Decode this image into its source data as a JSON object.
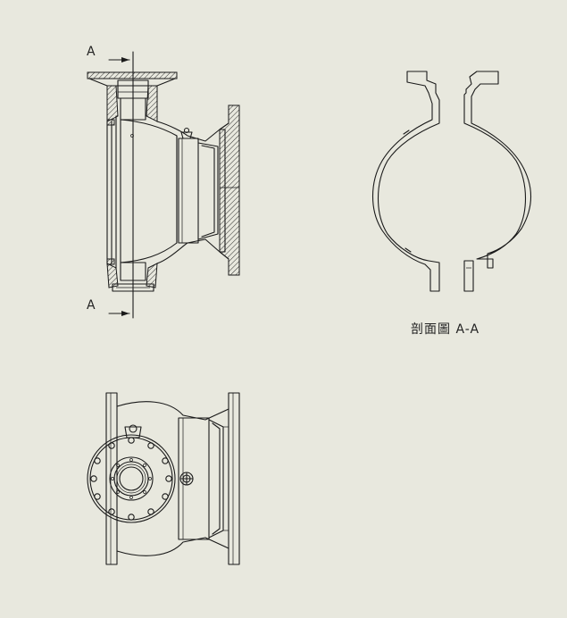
{
  "section": {
    "top_marker": "A",
    "bottom_marker": "A",
    "caption": "剖面圖 A-A"
  },
  "colors": {
    "paper": "#e8e8de",
    "line": "#1a1a1a"
  }
}
